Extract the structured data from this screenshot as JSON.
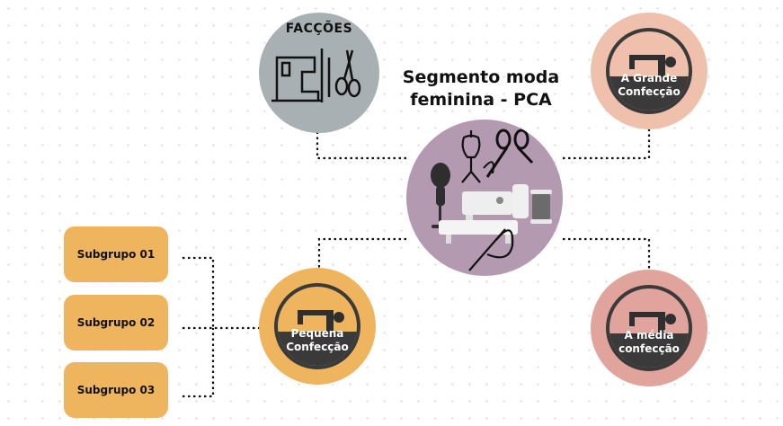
{
  "center": {
    "title": "Segmento moda feminina - PCA"
  },
  "faccoes": {
    "label": "FACÇÕES"
  },
  "grande": {
    "label": "A Grande Confecção"
  },
  "media": {
    "label": "A média confecção"
  },
  "pequena": {
    "label": "Pequena Confecção"
  },
  "subgroups": [
    "Subgrupo 01",
    "Subgrupo 02",
    "Subgrupo 03"
  ],
  "colors": {
    "center": "#b49ab0",
    "faccoes": "#a9b0b3",
    "grande": "#efc1ac",
    "media": "#e0a49c",
    "pequena": "#efb45e",
    "subgroup": "#efb45e",
    "badge": "#3a3a3a"
  }
}
